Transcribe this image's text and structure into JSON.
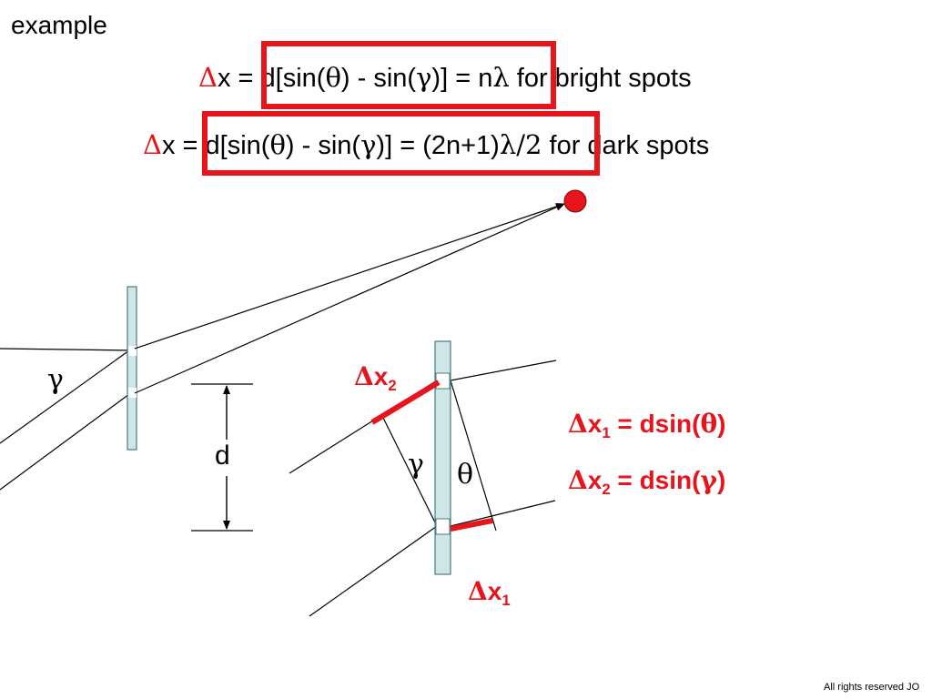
{
  "slide": {
    "title": "example"
  },
  "equations": {
    "bright": {
      "delta": "Δ",
      "lhs": "x = ",
      "boxed_a": "d[sin(",
      "theta": "θ",
      "boxed_b": ") - sin(",
      "gamma": "γ",
      "boxed_c": ")]",
      "rhs_a": " = n",
      "lambda": "λ",
      "rhs_b": " for bright spots"
    },
    "dark": {
      "delta": "Δ",
      "lhs": "x = ",
      "boxed_a": "d[sin(",
      "theta": "θ",
      "boxed_b": ") - sin(",
      "gamma": "γ",
      "boxed_c": ")]",
      "rhs_a": " = (2n+1)",
      "lambda": "λ",
      "half": "/2",
      "rhs_b": " for dark spots"
    }
  },
  "diagram": {
    "gamma_left": "γ",
    "d_label": "d",
    "gamma_right": "γ",
    "theta_right": "θ",
    "dx2": {
      "delta": "Δ",
      "x": "x",
      "sub": "2"
    },
    "dx1": {
      "delta": "Δ",
      "x": "x",
      "sub": "1"
    }
  },
  "definitions": {
    "dx1": {
      "delta": "Δ",
      "x": "x",
      "sub": "1",
      "rhs_a": " = dsin(",
      "greek": "θ",
      "rhs_b": ")"
    },
    "dx2": {
      "delta": "Δ",
      "x": "x",
      "sub": "2",
      "rhs_a": " = dsin(",
      "greek": "γ",
      "rhs_b": ")"
    }
  },
  "footer": {
    "text": "All rights reserved JO"
  },
  "colors": {
    "accent_red": "#e8141b",
    "slit_fill": "#cfe6e6",
    "slit_stroke": "#4a7c80"
  }
}
